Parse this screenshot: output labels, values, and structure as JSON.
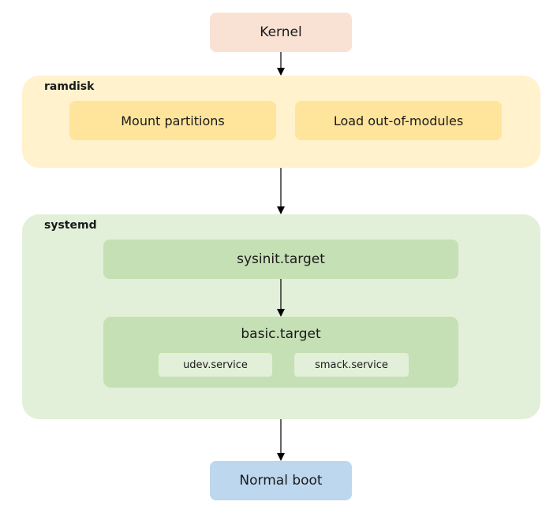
{
  "nodes": {
    "kernel": "Kernel",
    "mount_partitions": "Mount partitions",
    "load_modules": "Load out-of-modules",
    "sysinit_target": "sysinit.target",
    "basic_target": "basic.target",
    "udev_service": "udev.service",
    "smack_service": "smack.service",
    "normal_boot": "Normal boot"
  },
  "groups": {
    "ramdisk": "ramdisk",
    "systemd": "systemd"
  },
  "colors": {
    "kernel_fill": "#f9e1d3",
    "ramdisk_fill": "#fff2cd",
    "ramdisk_item_fill": "#ffe49c",
    "systemd_fill": "#e2efd9",
    "systemd_item_fill": "#c6e0b5",
    "normal_boot_fill": "#bdd7ee",
    "arrow": "#000000"
  },
  "edges": [
    {
      "from": "Kernel",
      "to": "ramdisk"
    },
    {
      "from": "ramdisk",
      "to": "systemd"
    },
    {
      "from": "sysinit.target",
      "to": "basic.target"
    },
    {
      "from": "systemd",
      "to": "Normal boot"
    }
  ]
}
